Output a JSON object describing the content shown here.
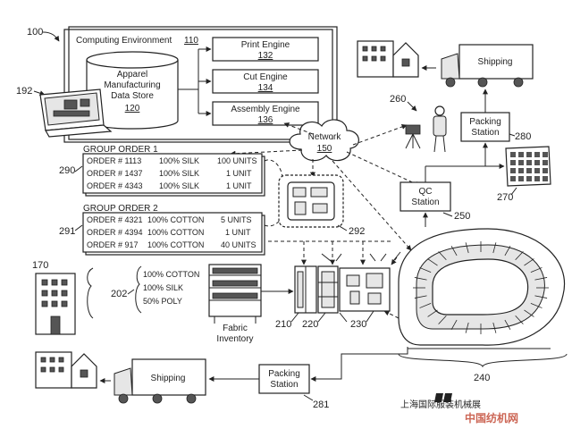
{
  "ref": {
    "r100": "100",
    "r110": "110",
    "r120": "120",
    "r132": "132",
    "r134": "134",
    "r136": "136",
    "r150": "150",
    "r170": "170",
    "r192": "192",
    "r202": "202",
    "r210": "210",
    "r220": "220",
    "r230": "230",
    "r240": "240",
    "r250": "250",
    "r260": "260",
    "r270": "270",
    "r280": "280",
    "r281": "281",
    "r290": "290",
    "r291": "291",
    "r292": "292"
  },
  "computing_env": {
    "title": "Computing Environment",
    "store_lines": [
      "Apparel",
      "Manufacturing",
      "Data Store"
    ],
    "print_engine": "Print Engine",
    "cut_engine": "Cut Engine",
    "assembly_engine": "Assembly Engine"
  },
  "network": {
    "label": "Network"
  },
  "group_order_1": {
    "title": "GROUP ORDER 1",
    "rows": [
      {
        "order": "ORDER # 1113",
        "material": "100% SILK",
        "qty": "100 UNITS"
      },
      {
        "order": "ORDER # 1437",
        "material": "100% SILK",
        "qty": "1 UNIT"
      },
      {
        "order": "ORDER # 4343",
        "material": "100% SILK",
        "qty": "1 UNIT"
      }
    ]
  },
  "group_order_2": {
    "title": "GROUP ORDER 2",
    "rows": [
      {
        "order": "ORDER # 4321",
        "material": "100% COTTON",
        "qty": "5 UNITS"
      },
      {
        "order": "ORDER # 4394",
        "material": "100% COTTON",
        "qty": "1 UNIT"
      },
      {
        "order": "ORDER # 917",
        "material": "100% COTTON",
        "qty": "40 UNITS"
      }
    ]
  },
  "fabric": {
    "materials": [
      "100% COTTON",
      "100% SILK",
      "50% POLY"
    ],
    "inventory_lines": [
      "Fabric",
      "Inventory"
    ]
  },
  "qc_station": {
    "lines": [
      "QC",
      "Station"
    ]
  },
  "packing_top": {
    "lines": [
      "Packing",
      "Station"
    ]
  },
  "packing_bottom": {
    "lines": [
      "Packing",
      "Station"
    ]
  },
  "shipping_top": {
    "label": "Shipping"
  },
  "shipping_bottom": {
    "label": "Shipping"
  },
  "watermark": {
    "text": "上海国际服装机械展",
    "subtext": "中国纺机网"
  }
}
